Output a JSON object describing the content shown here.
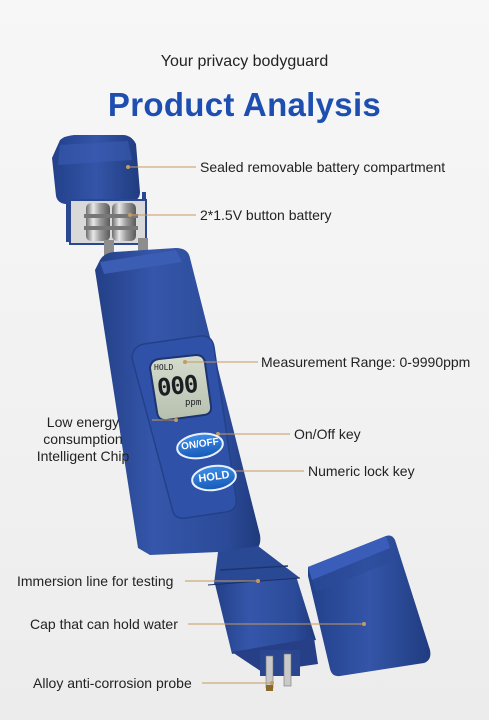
{
  "header": {
    "subtitle": "Your privacy bodyguard",
    "title": "Product Analysis"
  },
  "labels": {
    "battery_compartment": "Sealed removable battery compartment",
    "button_battery": "2*1.5V button battery",
    "measurement_range": "Measurement Range: 0-9990ppm",
    "chip_line1": "Low energy",
    "chip_line2": "consumption",
    "chip_line3": "Intelligent Chip",
    "on_off_key": "On/Off key",
    "numeric_lock_key": "Numeric lock key",
    "immersion_line": "Immersion line for testing",
    "cap": "Cap that can hold water",
    "probe": "Alloy anti-corrosion probe"
  },
  "device": {
    "lcd_hold": "HOLD",
    "lcd_digits": "000",
    "lcd_unit": "ppm",
    "on_off_button": "ON/OFF",
    "hold_button": "HOLD"
  },
  "colors": {
    "body_blue": "#2b4c9e",
    "title_blue": "#1e4fb0",
    "button_blue": "#1e6fd0",
    "lcd_green": "#c9d3c0"
  }
}
